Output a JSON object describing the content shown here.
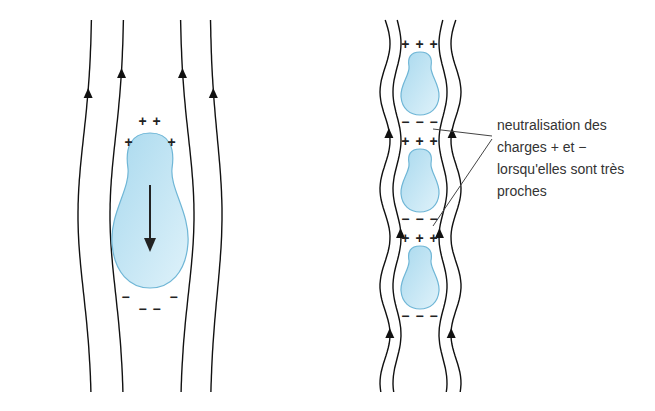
{
  "diagram": {
    "labels": [
      "+ +",
      "+",
      "+",
      "−",
      "−",
      "− −",
      "+ + +",
      "− − −",
      "+ + +",
      "− − −",
      "+ + +",
      "− − −",
      "neutralisation des charges + et − lorsqu'elles sont très proches"
    ]
  }
}
